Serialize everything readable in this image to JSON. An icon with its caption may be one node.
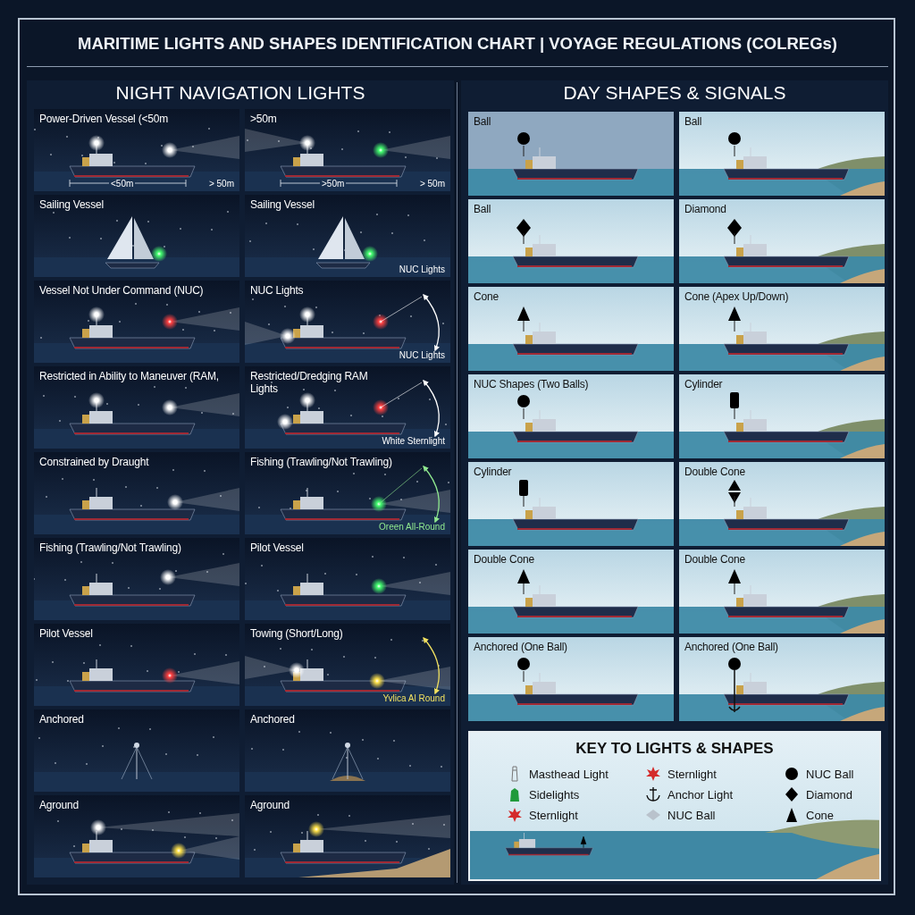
{
  "diagram": {
    "title": "MARITIME LIGHTS AND SHAPES IDENTIFICATION CHART | VOYAGE REGULATIONS (COLREGs)",
    "nodes": [
      {
        "text": [
          "NIGHT NAVIGATION LIGHTS"
        ]
      },
      {
        "text": [
          "Power-Driven Vessel (<50m",
          "<50m",
          "> 50m"
        ],
        "in": 0
      },
      {
        "text": [
          ">50m",
          ">50m",
          "> 50m"
        ],
        "in": 0
      },
      {
        "text": [
          "Sailing Vessel"
        ],
        "in": 0
      },
      {
        "text": [
          "Sailing Vessel",
          "NUC Lights"
        ],
        "in": 0
      },
      {
        "text": [
          "Vessel Not Under Command (NUC)"
        ],
        "in": 0
      },
      {
        "text": [
          "NUC Lights",
          "NUC Lights"
        ],
        "in": 0
      },
      {
        "text": [
          "Restricted in Ability to Maneuver (RAM,"
        ],
        "in": 0
      },
      {
        "text": [
          "Restricted/Dredging RAM Lights",
          "White Sternlight"
        ],
        "in": 0
      },
      {
        "text": [
          "Constrained by Draught"
        ],
        "in": 0
      },
      {
        "text": [
          "Fishing (Trawling/Not Trawling)",
          "Oreen All-Round"
        ],
        "in": 0
      },
      {
        "text": [
          "Fishing (Trawling/Not Trawling)"
        ],
        "in": 0
      },
      {
        "text": [
          "Pilot Vessel"
        ],
        "in": 0
      },
      {
        "text": [
          "Pilot Vessel"
        ],
        "in": 0
      },
      {
        "text": [
          "Towing (Short/Long)",
          "Yvlica Al Round"
        ],
        "in": 0
      },
      {
        "text": [
          "Anchored"
        ],
        "in": 0
      },
      {
        "text": [
          "Anchored"
        ],
        "in": 0
      },
      {
        "text": [
          "Aground"
        ],
        "in": 0
      },
      {
        "text": [
          "Aground"
        ],
        "in": 0
      },
      {
        "text": [
          "DAY SHAPES & SIGNALS"
        ]
      },
      {
        "text": [
          "Ball"
        ],
        "in": 19
      },
      {
        "text": [
          "Ball"
        ],
        "in": 19
      },
      {
        "text": [
          "Ball"
        ],
        "in": 19
      },
      {
        "text": [
          "Diamond"
        ],
        "in": 19
      },
      {
        "text": [
          "Cone"
        ],
        "in": 19
      },
      {
        "text": [
          "Cone (Apex Up/Down)"
        ],
        "in": 19
      },
      {
        "text": [
          "NUC Shapes (Two Balls)"
        ],
        "in": 19
      },
      {
        "text": [
          "Cylinder"
        ],
        "in": 19
      },
      {
        "text": [
          "Cylinder"
        ],
        "in": 19
      },
      {
        "text": [
          "Double Cone"
        ],
        "in": 19
      },
      {
        "text": [
          "Double Cone"
        ],
        "in": 19
      },
      {
        "text": [
          "Double Cone"
        ],
        "in": 19
      },
      {
        "text": [
          "Anchored (One Ball)"
        ],
        "in": 19
      },
      {
        "text": [
          "Anchored (One Ball)"
        ],
        "in": 19
      },
      {
        "text": [
          "KEY TO LIGHTS & SHAPES"
        ],
        "in": 19
      }
    ],
    "legend": [
      {
        "text": "Masthead Light"
      },
      {
        "text": "Sternlight"
      },
      {
        "text": "NUC Ball"
      },
      {
        "text": "Sidelights"
      },
      {
        "text": "Anchor Light"
      },
      {
        "text": "Diamond"
      },
      {
        "text": "Sternlight"
      },
      {
        "text": "NUC Ball"
      },
      {
        "text": "Cone"
      }
    ]
  }
}
